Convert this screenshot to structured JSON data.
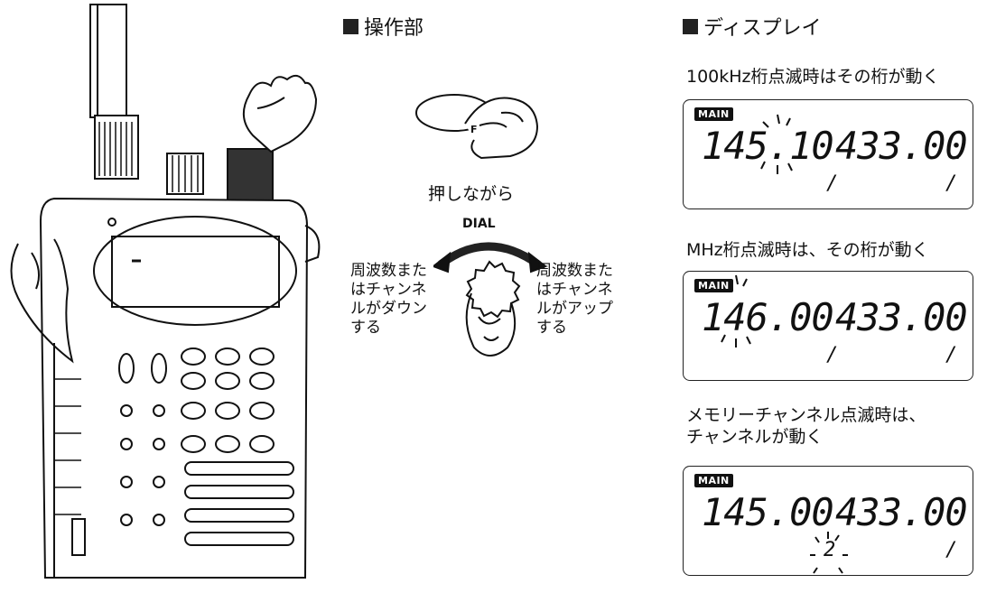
{
  "headings": {
    "controls": "操作部",
    "display": "ディスプレイ"
  },
  "center": {
    "button_label": "F",
    "press_caption": "押しながら",
    "dial_label": "DIAL",
    "left_text": [
      "周波数また",
      "はチャンネ",
      "ルがダウン",
      "する"
    ],
    "right_text": [
      "周波数また",
      "はチャンネ",
      "ルがアップ",
      "する"
    ]
  },
  "display_panels": [
    {
      "caption": [
        "100kHz桁点滅時はその桁が動く"
      ],
      "badge": "MAIN",
      "left_freq": "145.10",
      "right_freq": "433.00"
    },
    {
      "caption": [
        "MHz桁点滅時は、その桁が動く"
      ],
      "badge": "MAIN",
      "left_freq": "146.00",
      "right_freq": "433.00"
    },
    {
      "caption": [
        "メモリーチャンネル点滅時は、",
        "チャンネルが動く"
      ],
      "badge": "MAIN",
      "left_freq": "145.00",
      "right_freq": "433.00"
    }
  ]
}
